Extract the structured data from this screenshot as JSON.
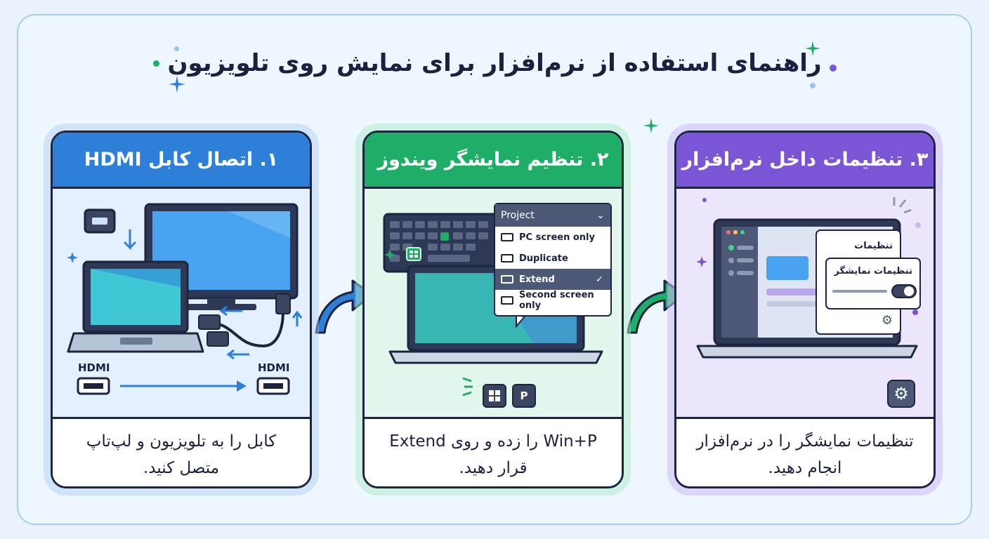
{
  "title": "راهنمای استفاده از نرم‌افزار برای نمایش روی تلویزیون",
  "colors": {
    "step1": "#2e7fd8",
    "step2": "#1fae68",
    "step3": "#7a55d6",
    "outline": "#1c2440"
  },
  "steps": [
    {
      "heading": "۱. اتصال کابل HDMI",
      "caption_line1": "کابل را به تلویزیون و لپ‌تاپ",
      "caption_line2": "متصل کنید.",
      "label_left": "HDMI",
      "label_right": "HDMI"
    },
    {
      "heading": "۲. تنظیم نمایشگر ویندوز",
      "caption_line1": "Win+P را زده و روی Extend",
      "caption_line2": "قرار دهید.",
      "menu": {
        "title": "Project",
        "items": [
          "PC screen only",
          "Duplicate",
          "Extend",
          "Second screen only"
        ],
        "selected": "Extend"
      },
      "key_p": "P",
      "icons": [
        "windows-key-icon",
        "chevron-down-icon",
        "check-icon"
      ]
    },
    {
      "heading": "۳. تنظیمات داخل نرم‌افزار",
      "caption_line1": "تنظیمات نمایشگر را در نرم‌افزار",
      "caption_line2": "انجام دهید.",
      "panel_title": "تنظیمات",
      "panel_sub": "تنظیمات نمایشگر",
      "icons": [
        "gear-icon",
        "toggle-icon"
      ]
    }
  ]
}
